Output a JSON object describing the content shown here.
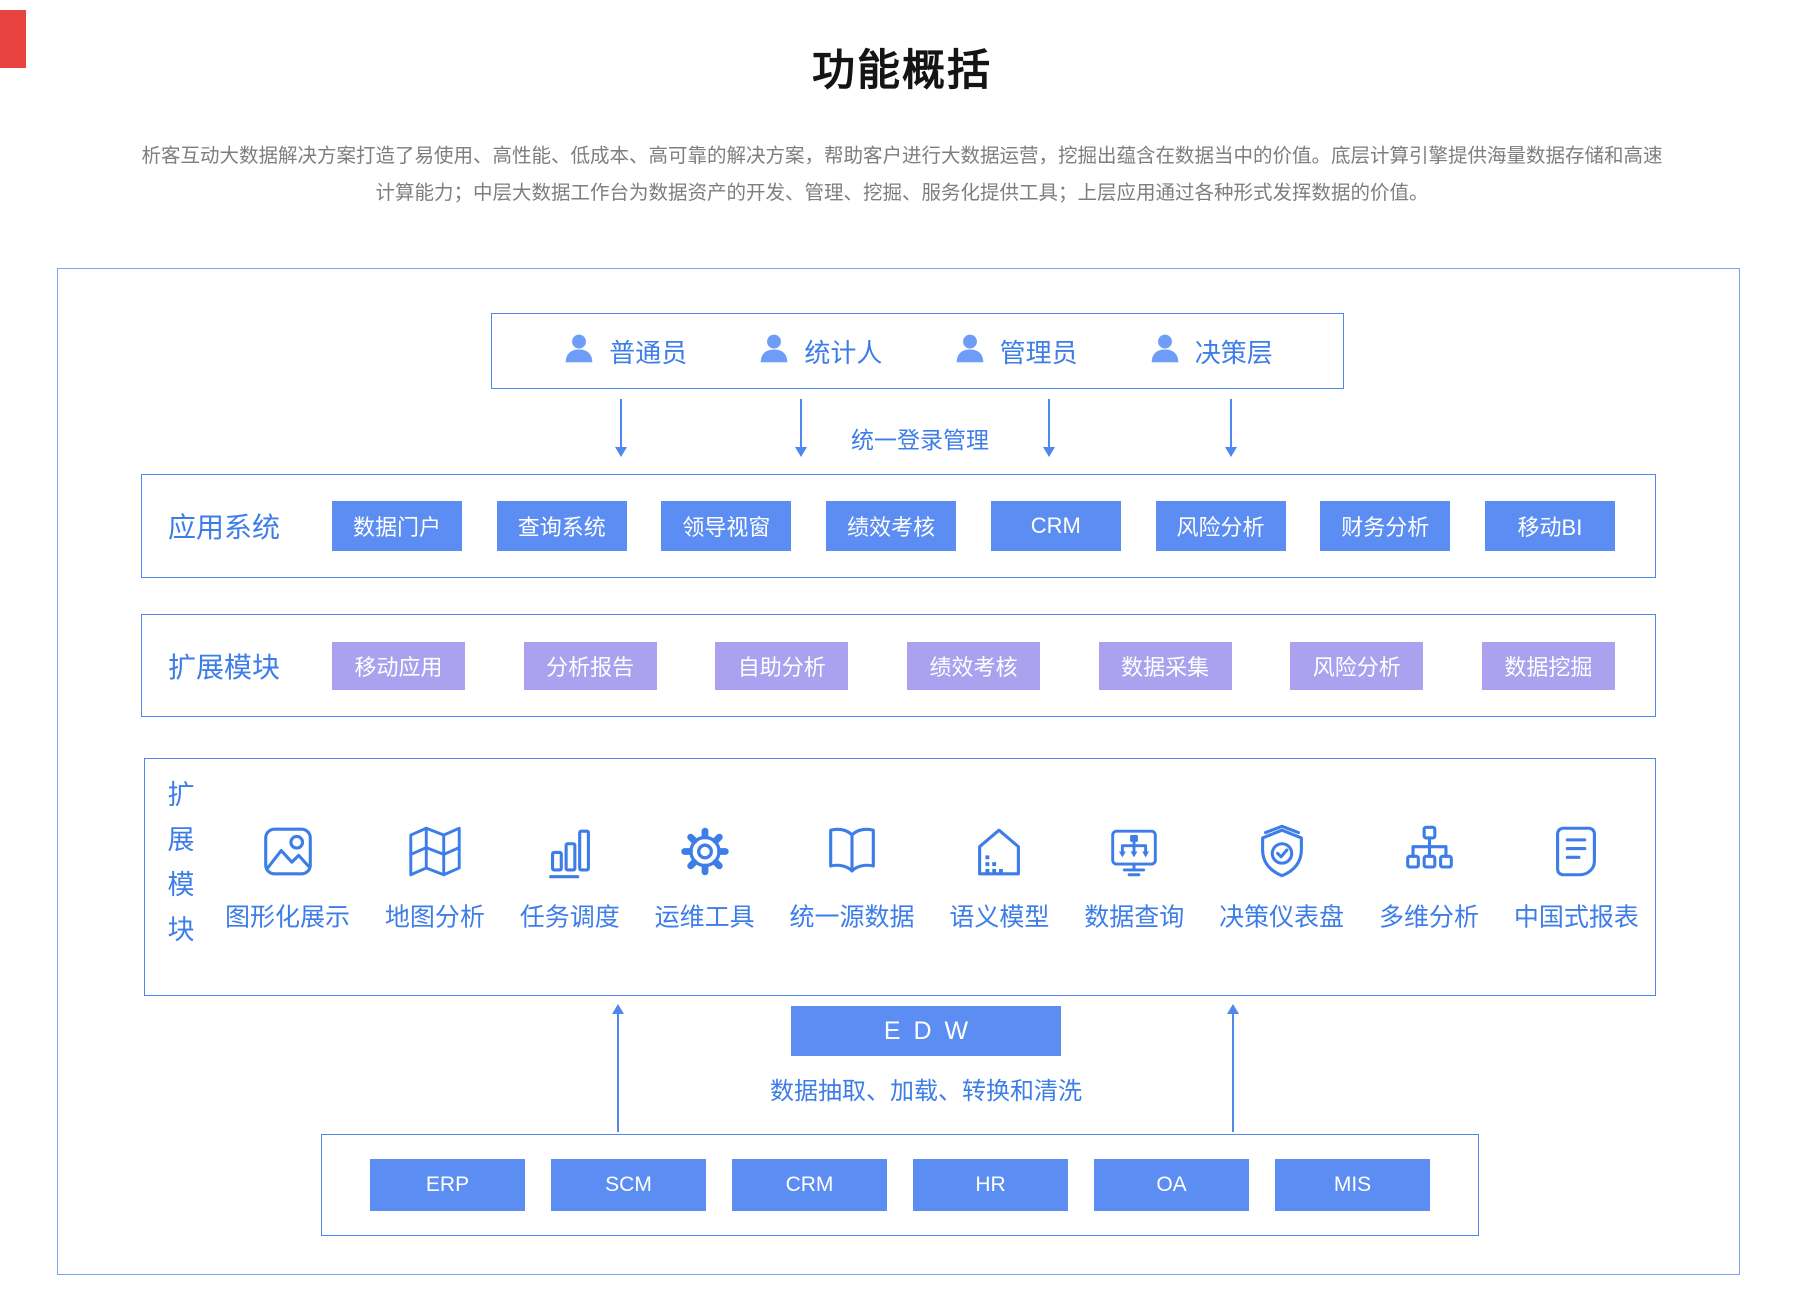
{
  "page": {
    "title": "功能概括",
    "description_line1": "析客互动大数据解决方案打造了易使用、高性能、低成本、高可靠的解决方案，帮助客户进行大数据运营，挖掘出蕴含在数据当中的价值。底层计算引擎提供海量数据存储和高速",
    "description_line2": "计算能力；中层大数据工作台为数据资产的开发、管理、挖掘、服务化提供工具；上层应用通过各种形式发挥数据的价值。"
  },
  "colors": {
    "primary_blue": "#5b8df2",
    "purple": "#aaa2ef",
    "text_blue": "#3d7de8",
    "border_blue": "#4f87ec",
    "person_blue": "#6d9df6",
    "text_gray": "#7e7e7e",
    "red_mark": "#e8433f"
  },
  "roles": {
    "items": [
      {
        "label": "普通员",
        "icon": "user-icon"
      },
      {
        "label": "统计人",
        "icon": "user-icon"
      },
      {
        "label": "管理员",
        "icon": "user-icon"
      },
      {
        "label": "决策层",
        "icon": "user-icon"
      }
    ]
  },
  "login_label": "统一登录管理",
  "app_row": {
    "label": "应用系统",
    "items": [
      "数据门户",
      "查询系统",
      "领导视窗",
      "绩效考核",
      "CRM",
      "风险分析",
      "财务分析",
      "移动BI"
    ]
  },
  "ext_row": {
    "label": "扩展模块",
    "items": [
      "移动应用",
      "分析报告",
      "自助分析",
      "绩效考核",
      "数据采集",
      "风险分析",
      "数据挖掘"
    ]
  },
  "platform_row": {
    "label_vertical": "扩展模块",
    "items": [
      {
        "label": "图形化展示",
        "icon": "image-icon"
      },
      {
        "label": "地图分析",
        "icon": "map-icon"
      },
      {
        "label": "任务调度",
        "icon": "bar-chart-icon"
      },
      {
        "label": "运维工具",
        "icon": "gear-icon"
      },
      {
        "label": "统一源数据",
        "icon": "open-book-icon"
      },
      {
        "label": "语义模型",
        "icon": "house-icon"
      },
      {
        "label": "数据查询",
        "icon": "monitor-flow-icon"
      },
      {
        "label": "决策仪表盘",
        "icon": "shield-check-icon"
      },
      {
        "label": "多维分析",
        "icon": "hierarchy-icon"
      },
      {
        "label": "中国式报表",
        "icon": "report-icon"
      }
    ]
  },
  "edw": {
    "label": "EDW",
    "etl_label": "数据抽取、加载、转换和清洗"
  },
  "sources": {
    "items": [
      "ERP",
      "SCM",
      "CRM",
      "HR",
      "OA",
      "MIS"
    ]
  }
}
